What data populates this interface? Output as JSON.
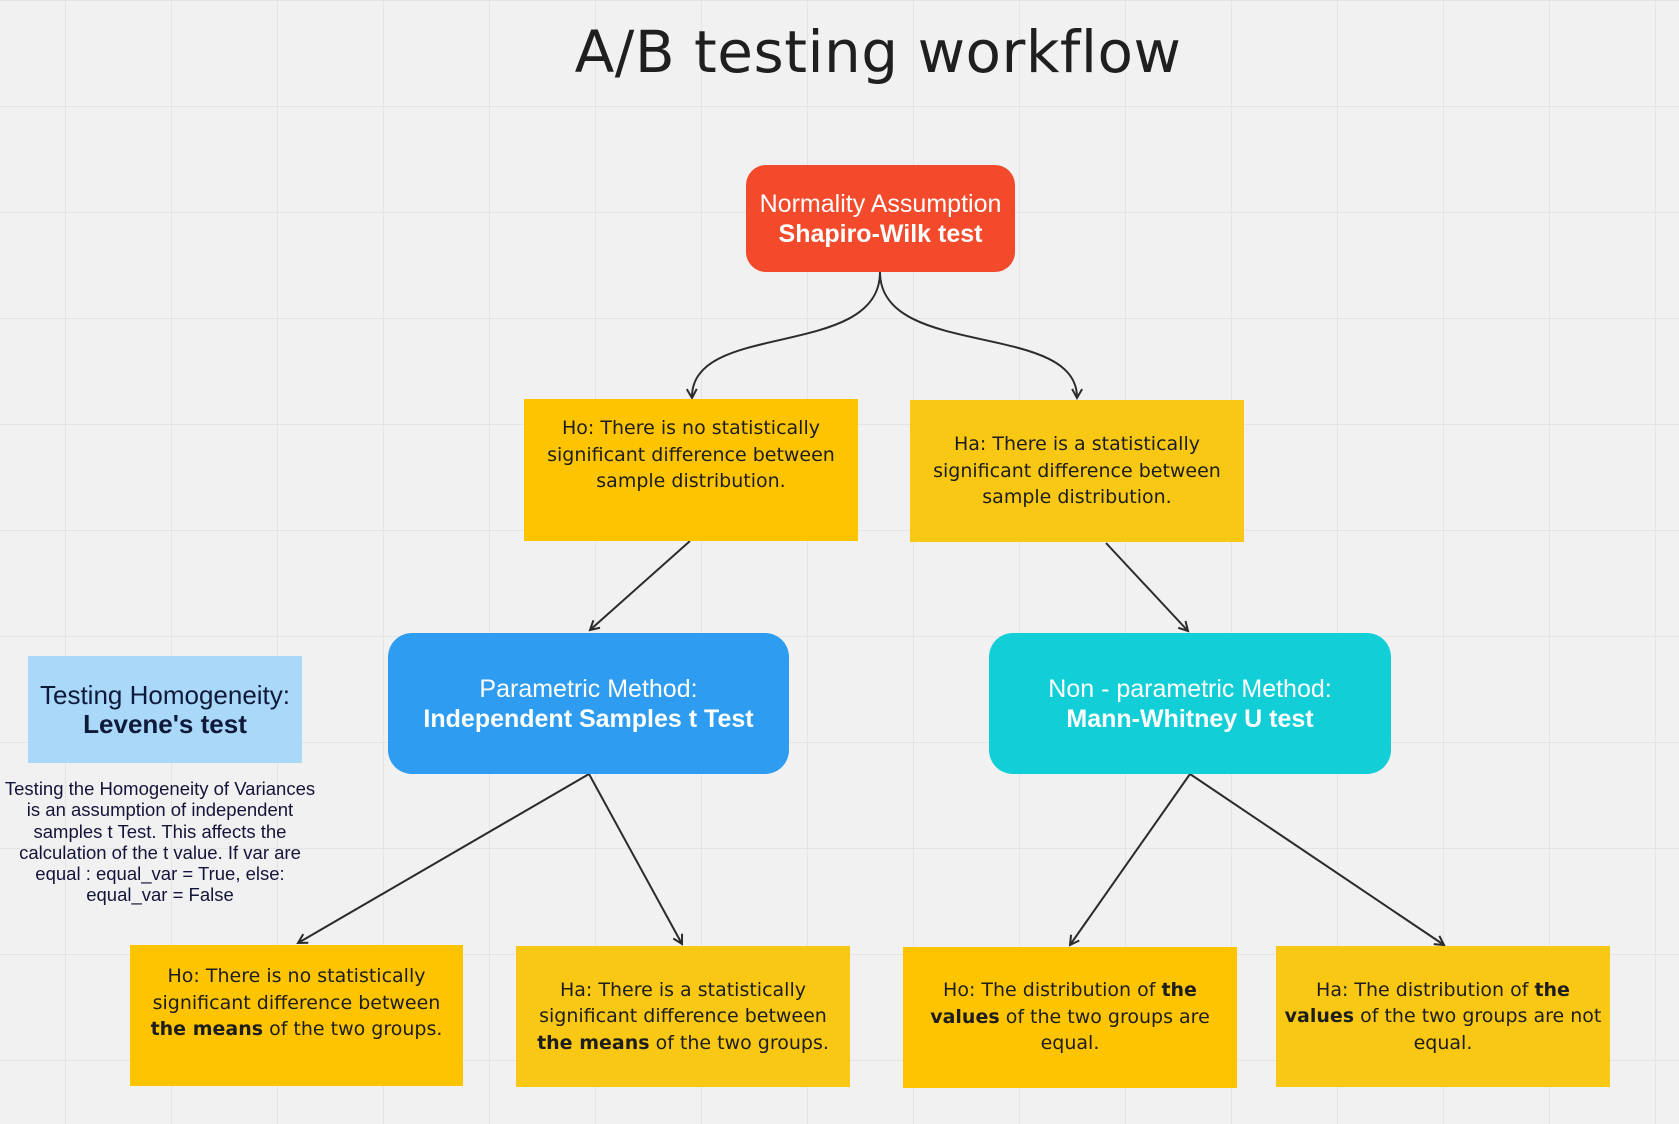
{
  "title": "A/B testing workflow",
  "nodes": {
    "normality": {
      "line1": "Normality Assumption",
      "line2": "Shapiro-Wilk test",
      "color": "#f24a2a"
    },
    "ho_dist": {
      "text": "Ho: There is no statistically significant difference between sample distribution.",
      "color": "#ffc400"
    },
    "ha_dist": {
      "text": "Ha: There is a statistically significant difference between sample distribution.",
      "color": "#f8c814"
    },
    "parametric": {
      "line1": "Parametric Method:",
      "line2": "Independent Samples t Test",
      "color": "#2e9cf0"
    },
    "nonparametric": {
      "line1": "Non - parametric Method:",
      "line2": "Mann-Whitney U test",
      "color": "#12ced6"
    },
    "ho_means": {
      "before": "Ho: There is no statistically significant difference between ",
      "bold": "the means",
      "after": " of the two groups.",
      "color": "#ffc400"
    },
    "ha_means": {
      "before": "Ha: There is a statistically significant difference between ",
      "bold": "the means",
      "after": " of the two groups.",
      "color": "#f8c814"
    },
    "ho_values": {
      "before": "Ho: The distribution of ",
      "bold": "the values",
      "after": " of the two groups are equal.",
      "color": "#ffc400"
    },
    "ha_values": {
      "before": "Ha: The distribution of ",
      "bold": "the values",
      "after": " of the two groups are not equal.",
      "color": "#f8c814"
    }
  },
  "homogeneity": {
    "line1": "Testing Homogeneity:",
    "line2": "Levene's test",
    "color": "#a9d8f9",
    "description": "Testing the Homogeneity of Variances is an assumption of independent samples t Test. This affects the calculation of the t value. If var are equal : equal_var = True, else: equal_var = False"
  },
  "connector_color": "#2b2b2b"
}
